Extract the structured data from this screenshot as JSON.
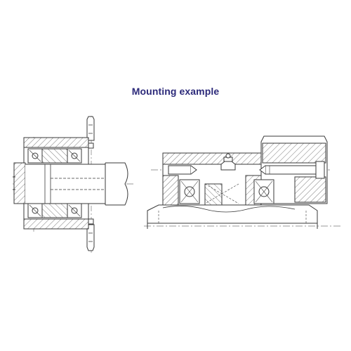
{
  "title": "Mounting example",
  "colors": {
    "title": "#2c2a7a",
    "line": "#3a3a3a",
    "hatch": "#555555",
    "centerline": "#777777",
    "background": "#ffffff"
  },
  "figures": [
    {
      "name": "sprocket-hub-assembly",
      "type": "cross-section drawing"
    },
    {
      "name": "linear-bearing-block-assembly",
      "type": "cross-section drawing"
    }
  ]
}
